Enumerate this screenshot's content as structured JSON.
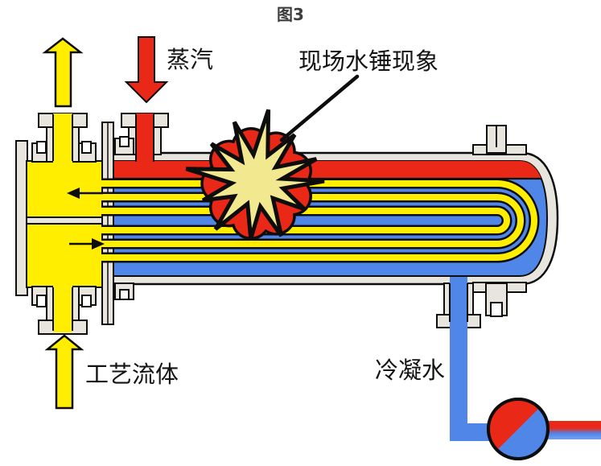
{
  "figure": {
    "title": "图3"
  },
  "labels": {
    "steam": "蒸汽",
    "water_hammer": "现场水锤现象",
    "process_fluid": "工艺流体",
    "condensate": "冷凝水"
  },
  "colors": {
    "steam_red": "#ea2818",
    "process_yellow": "#ffee00",
    "condensate_blue": "#4f86e8",
    "metal_gray": "#e8e5de",
    "burst_fill": "#f2e88f",
    "outline": "#0d0d0d"
  }
}
